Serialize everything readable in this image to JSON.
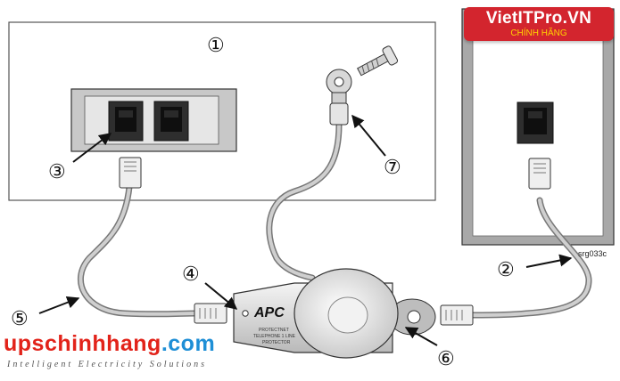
{
  "callouts": {
    "c1": "①",
    "c2": "②",
    "c3": "③",
    "c4": "④",
    "c5": "⑤",
    "c6": "⑥",
    "c7": "⑦"
  },
  "figure_code": "srg033c",
  "device": {
    "logo": "APC",
    "line1": "PROTECTNET",
    "line2": "TELEPHONE 1 LINE",
    "line3": "PROTECTOR"
  },
  "watermark": {
    "brand_title": "VietITPro.VN",
    "brand_sub": "CHÍNH HÃNG",
    "site_main": "upschinhhang",
    "site_tld": ".com",
    "tagline": "Intelligent Electricity Solutions"
  },
  "colors": {
    "brand_red": "#d3252e",
    "brand_yellow": "#ffd200",
    "site_red": "#e2231a",
    "site_blue": "#1f8fd6"
  }
}
